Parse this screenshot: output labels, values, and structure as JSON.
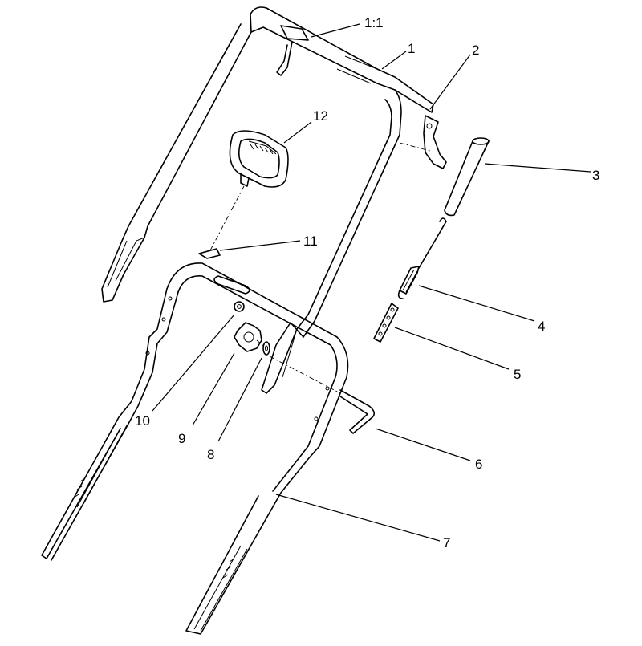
{
  "callouts": [
    {
      "id": "1:1",
      "label": "1:1"
    },
    {
      "id": "1",
      "label": "1"
    },
    {
      "id": "2",
      "label": "2"
    },
    {
      "id": "3",
      "label": "3"
    },
    {
      "id": "4",
      "label": "4"
    },
    {
      "id": "5",
      "label": "5"
    },
    {
      "id": "6",
      "label": "6"
    },
    {
      "id": "7",
      "label": "7"
    },
    {
      "id": "8",
      "label": "8"
    },
    {
      "id": "9",
      "label": "9"
    },
    {
      "id": "10",
      "label": "10"
    },
    {
      "id": "11",
      "label": "11"
    },
    {
      "id": "12",
      "label": "12"
    }
  ]
}
